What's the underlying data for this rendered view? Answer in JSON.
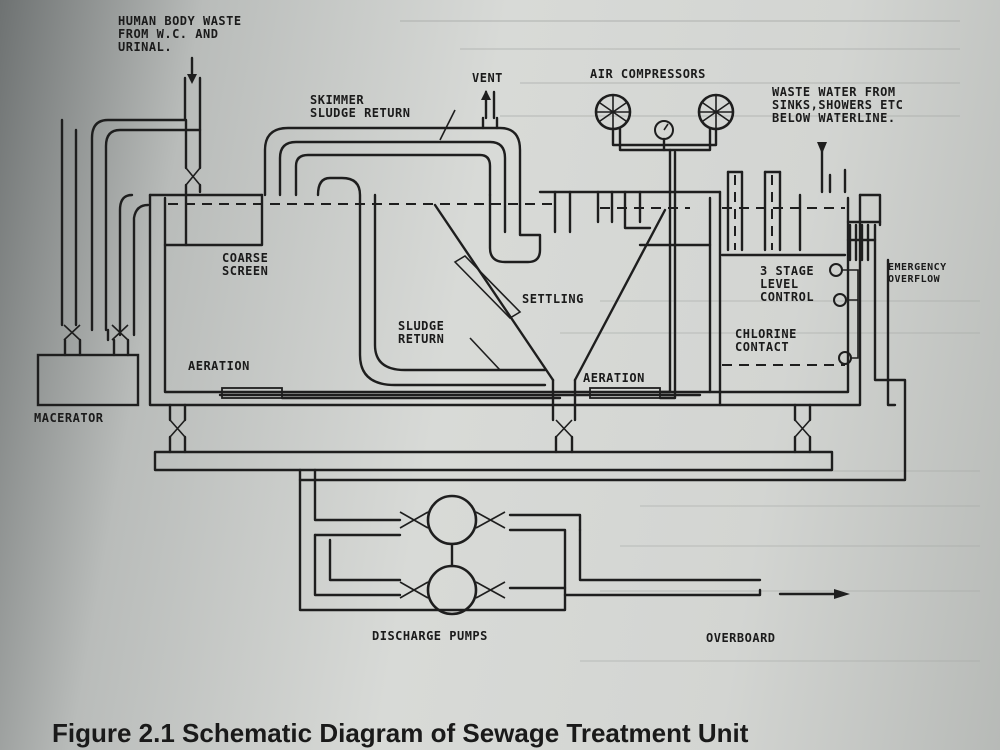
{
  "labels": {
    "human_waste_1": "HUMAN BODY WASTE",
    "human_waste_2": "FROM W.C. AND",
    "human_waste_3": "URINAL.",
    "vent": "VENT",
    "air_compressors": "AIR COMPRESSORS",
    "waste_water_1": "WASTE WATER FROM",
    "waste_water_2": "SINKS,SHOWERS ETC",
    "waste_water_3": "BELOW WATERLINE.",
    "skimmer_1": "SKIMMER",
    "skimmer_2": "SLUDGE RETURN",
    "coarse_1": "COARSE",
    "coarse_2": "SCREEN",
    "settling": "SETTLING",
    "sludge_return_1": "SLUDGE",
    "sludge_return_2": "RETURN",
    "level_1": "3 STAGE",
    "level_2": "LEVEL",
    "level_3": "CONTROL",
    "chlorine_1": "CHLORINE",
    "chlorine_2": "CONTACT",
    "emergency_1": "EMERGENCY",
    "emergency_2": "OVERFLOW",
    "aeration_left": "AERATION",
    "aeration_right": "AERATION",
    "macerator": "MACERATOR",
    "discharge_pumps": "DISCHARGE PUMPS",
    "overboard": "OVERBOARD"
  },
  "caption": "Figure 2.1  Schematic Diagram of Sewage Treatment Unit",
  "colors": {
    "ink": "#1e1e1e",
    "paper": "#d6d8d5"
  }
}
